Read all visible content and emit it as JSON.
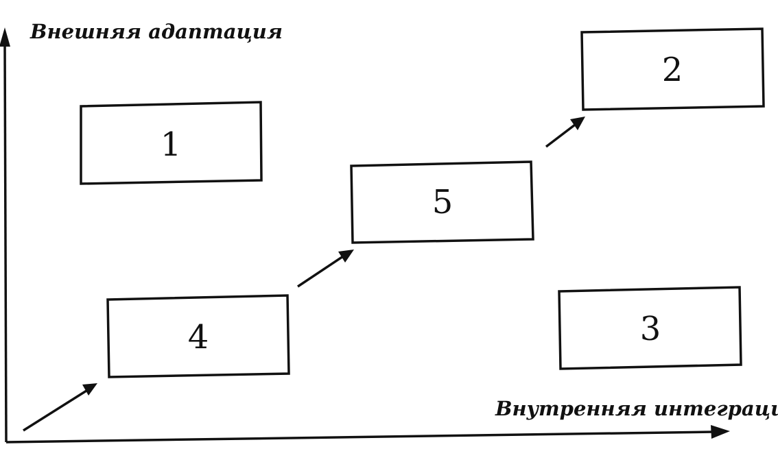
{
  "axes": {
    "y_label": "Внешняя адаптация",
    "x_label": "Внутренняя интеграция"
  },
  "boxes": [
    {
      "id": "1",
      "label": "1"
    },
    {
      "id": "2",
      "label": "2"
    },
    {
      "id": "3",
      "label": "3"
    },
    {
      "id": "4",
      "label": "4"
    },
    {
      "id": "5",
      "label": "5"
    }
  ],
  "arrows": [
    {
      "from": "origin",
      "to": "4"
    },
    {
      "from": "4",
      "to": "5"
    },
    {
      "from": "5",
      "to": "2"
    }
  ]
}
